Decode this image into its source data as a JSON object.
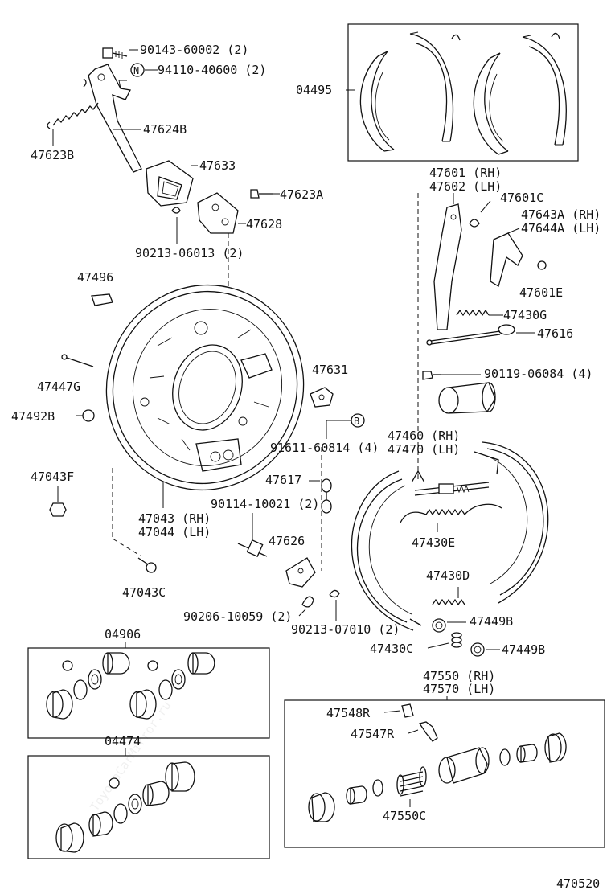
{
  "diagram_id": "470520",
  "watermark": "ToyotaCarMirror.ru",
  "labels": {
    "p90143": "90143-60002 (2)",
    "p94110": "94110-40600 (2)",
    "p47624B": "47624B",
    "p47623B": "47623B",
    "p47633": "47633",
    "p47623A": "47623A",
    "p47628": "47628",
    "p90213a": "90213-06013 (2)",
    "p47496": "47496",
    "p47447G": "47447G",
    "p47492B": "47492B",
    "p47043F": "47043F",
    "p47043": "47043 (RH)",
    "p47044": "47044 (LH)",
    "p47043C": "47043C",
    "p47631": "47631",
    "p91611": "91611-60814 (4)",
    "p47617": "47617",
    "p90114": "90114-10021 (2)",
    "p47626": "47626",
    "p90206": "90206-10059 (2)",
    "p90213b": "90213-07010 (2)",
    "p04495": "04495",
    "p47601": "47601 (RH)",
    "p47602": "47602 (LH)",
    "p47601C": "47601C",
    "p47643A": "47643A (RH)",
    "p47644A": "47644A (LH)",
    "p47601E": "47601E",
    "p47430G": "47430G",
    "p47616": "47616",
    "p90119": "90119-06084 (4)",
    "p47460": "47460 (RH)",
    "p47470": "47470 (LH)",
    "p47430E": "47430E",
    "p47430D": "47430D",
    "p47449B_a": "47449B",
    "p47430C": "47430C",
    "p47449B_b": "47449B",
    "p04906": "04906",
    "p04474": "04474",
    "p47550": "47550 (RH)",
    "p47570": "47570 (LH)",
    "p47548R": "47548R",
    "p47547R": "47547R",
    "p47550C": "47550C",
    "markerN": "N",
    "markerB": "B"
  }
}
